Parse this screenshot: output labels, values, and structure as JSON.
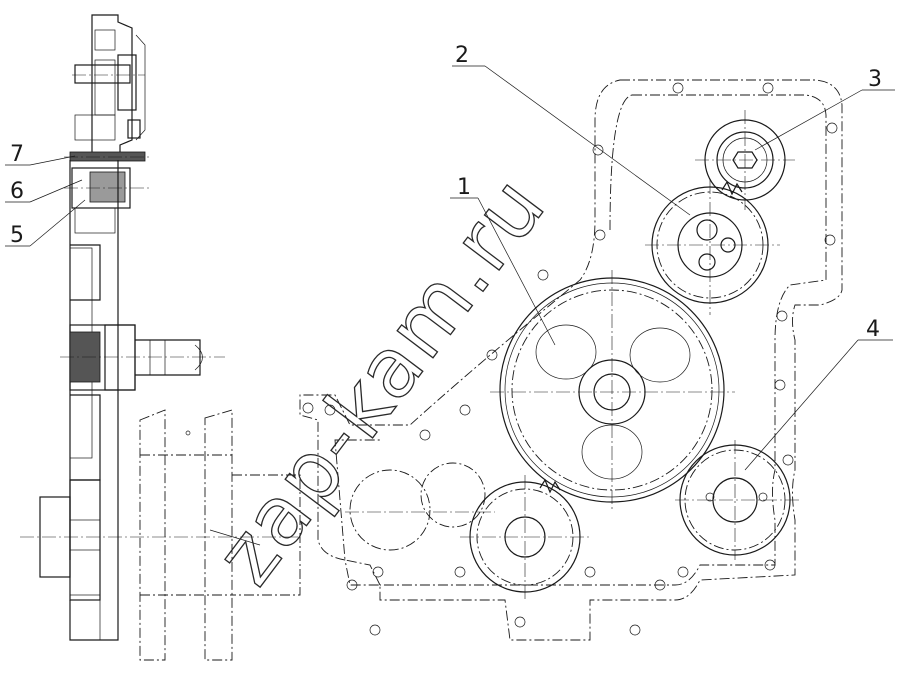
{
  "callouts": [
    {
      "id": "1",
      "label": "1"
    },
    {
      "id": "2",
      "label": "2"
    },
    {
      "id": "3",
      "label": "3"
    },
    {
      "id": "4",
      "label": "4"
    },
    {
      "id": "5",
      "label": "5"
    },
    {
      "id": "6",
      "label": "6"
    },
    {
      "id": "7",
      "label": "7"
    }
  ],
  "watermark": "zap-kam.ru",
  "colors": {
    "line": "#1a1a1a",
    "hatch": "#9a9a9a",
    "background": "#ffffff"
  }
}
